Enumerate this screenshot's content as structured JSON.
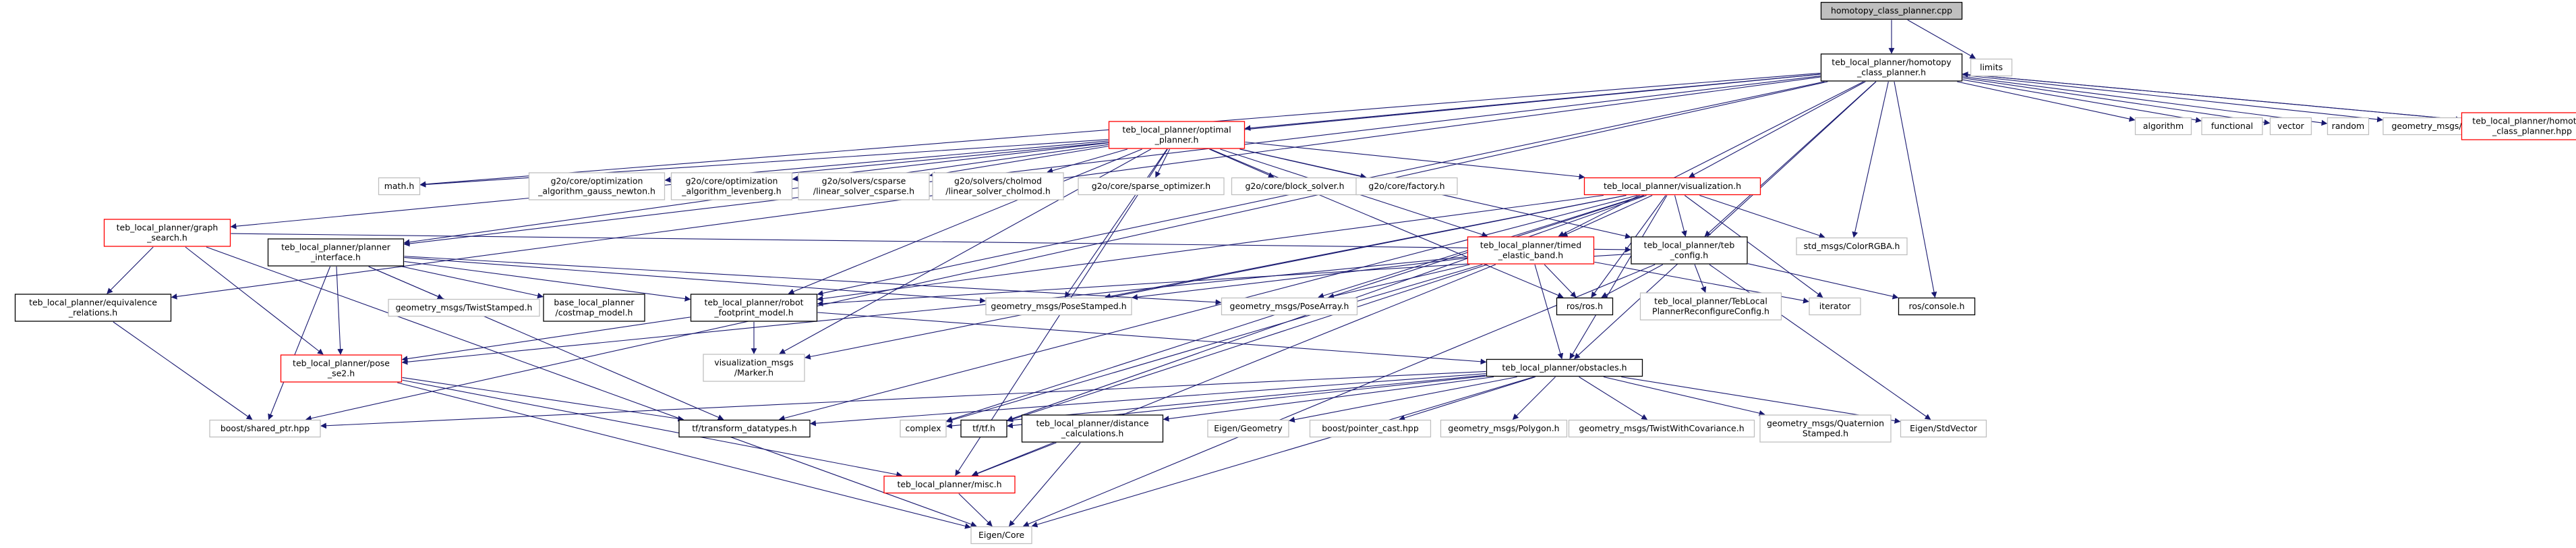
{
  "graph": {
    "colors": {
      "edge": "#191970",
      "root_fill": "#bfbfbf",
      "root_border": "#000000",
      "documented_border": "#000000",
      "undocumented_border": "#bfbfbf",
      "red_border": "#ff0000",
      "node_fill": "#ffffff"
    },
    "nodes": [
      {
        "id": "homotopy_cpp",
        "lines": [
          "homotopy_class_planner.cpp"
        ],
        "style": "root"
      },
      {
        "id": "homotopy_h",
        "lines": [
          "teb_local_planner/homotopy",
          "_class_planner.h"
        ],
        "style": "documented"
      },
      {
        "id": "limits",
        "lines": [
          "limits"
        ],
        "style": "undocumented"
      },
      {
        "id": "optimal_planner",
        "lines": [
          "teb_local_planner/optimal",
          "_planner.h"
        ],
        "style": "red"
      },
      {
        "id": "graph_search",
        "lines": [
          "teb_local_planner/graph",
          "_search.h"
        ],
        "style": "red"
      },
      {
        "id": "math",
        "lines": [
          "math.h"
        ],
        "style": "undocumented"
      },
      {
        "id": "g2o_gauss",
        "lines": [
          "g2o/core/optimization",
          "_algorithm_gauss_newton.h"
        ],
        "style": "undocumented"
      },
      {
        "id": "g2o_lm",
        "lines": [
          "g2o/core/optimization",
          "_algorithm_levenberg.h"
        ],
        "style": "undocumented"
      },
      {
        "id": "g2o_csparse",
        "lines": [
          "g2o/solvers/csparse",
          "/linear_solver_csparse.h"
        ],
        "style": "undocumented"
      },
      {
        "id": "g2o_cholmod",
        "lines": [
          "g2o/solvers/cholmod",
          "/linear_solver_cholmod.h"
        ],
        "style": "undocumented"
      },
      {
        "id": "g2o_sparse",
        "lines": [
          "g2o/core/sparse_optimizer.h"
        ],
        "style": "undocumented"
      },
      {
        "id": "g2o_block",
        "lines": [
          "g2o/core/block_solver.h"
        ],
        "style": "undocumented"
      },
      {
        "id": "g2o_factory",
        "lines": [
          "g2o/core/factory.h"
        ],
        "style": "undocumented"
      },
      {
        "id": "visualization",
        "lines": [
          "teb_local_planner/visualization.h"
        ],
        "style": "red"
      },
      {
        "id": "algorithm",
        "lines": [
          "algorithm"
        ],
        "style": "undocumented"
      },
      {
        "id": "functional",
        "lines": [
          "functional"
        ],
        "style": "undocumented"
      },
      {
        "id": "vector",
        "lines": [
          "vector"
        ],
        "style": "undocumented"
      },
      {
        "id": "random",
        "lines": [
          "random"
        ],
        "style": "undocumented"
      },
      {
        "id": "geo_point",
        "lines": [
          "geometry_msgs/Point.h"
        ],
        "style": "undocumented"
      },
      {
        "id": "homotopy_hpp",
        "lines": [
          "teb_local_planner/homotopy",
          "_class_planner.hpp"
        ],
        "style": "red"
      },
      {
        "id": "equivalence",
        "lines": [
          "teb_local_planner/equivalence",
          "_relations.h"
        ],
        "style": "documented"
      },
      {
        "id": "planner_interface",
        "lines": [
          "teb_local_planner/planner",
          "_interface.h"
        ],
        "style": "documented"
      },
      {
        "id": "timed_elastic_band",
        "lines": [
          "teb_local_planner/timed",
          "_elastic_band.h"
        ],
        "style": "red"
      },
      {
        "id": "teb_config",
        "lines": [
          "teb_local_planner/teb",
          "_config.h"
        ],
        "style": "documented"
      },
      {
        "id": "std_color",
        "lines": [
          "std_msgs/ColorRGBA.h"
        ],
        "style": "undocumented"
      },
      {
        "id": "twist_stamped",
        "lines": [
          "geometry_msgs/TwistStamped.h"
        ],
        "style": "undocumented"
      },
      {
        "id": "costmap_model",
        "lines": [
          "base_local_planner",
          "/costmap_model.h"
        ],
        "style": "documented"
      },
      {
        "id": "robot_footprint",
        "lines": [
          "teb_local_planner/robot",
          "_footprint_model.h"
        ],
        "style": "documented"
      },
      {
        "id": "pose_stamped",
        "lines": [
          "geometry_msgs/PoseStamped.h"
        ],
        "style": "undocumented"
      },
      {
        "id": "pose_array",
        "lines": [
          "geometry_msgs/PoseArray.h"
        ],
        "style": "undocumented"
      },
      {
        "id": "ros_h",
        "lines": [
          "ros/ros.h"
        ],
        "style": "documented"
      },
      {
        "id": "teb_reconfig",
        "lines": [
          "teb_local_planner/TebLocal",
          "PlannerReconfigureConfig.h"
        ],
        "style": "undocumented"
      },
      {
        "id": "iterator",
        "lines": [
          "iterator"
        ],
        "style": "undocumented"
      },
      {
        "id": "ros_console",
        "lines": [
          "ros/console.h"
        ],
        "style": "documented"
      },
      {
        "id": "pose_se2",
        "lines": [
          "teb_local_planner/pose",
          "_se2.h"
        ],
        "style": "red"
      },
      {
        "id": "vis_marker",
        "lines": [
          "visualization_msgs",
          "/Marker.h"
        ],
        "style": "undocumented"
      },
      {
        "id": "obstacles",
        "lines": [
          "teb_local_planner/obstacles.h"
        ],
        "style": "documented"
      },
      {
        "id": "shared_ptr",
        "lines": [
          "boost/shared_ptr.hpp"
        ],
        "style": "undocumented"
      },
      {
        "id": "tf_datatypes",
        "lines": [
          "tf/transform_datatypes.h"
        ],
        "style": "documented"
      },
      {
        "id": "complex",
        "lines": [
          "complex"
        ],
        "style": "undocumented"
      },
      {
        "id": "tf_h",
        "lines": [
          "tf/tf.h"
        ],
        "style": "documented"
      },
      {
        "id": "distance_calc",
        "lines": [
          "teb_local_planner/distance",
          "_calculations.h"
        ],
        "style": "documented"
      },
      {
        "id": "eigen_geometry",
        "lines": [
          "Eigen/Geometry"
        ],
        "style": "undocumented"
      },
      {
        "id": "pointer_cast",
        "lines": [
          "boost/pointer_cast.hpp"
        ],
        "style": "undocumented"
      },
      {
        "id": "polygon",
        "lines": [
          "geometry_msgs/Polygon.h"
        ],
        "style": "undocumented"
      },
      {
        "id": "twist_cov",
        "lines": [
          "geometry_msgs/TwistWithCovariance.h"
        ],
        "style": "undocumented"
      },
      {
        "id": "quaternion",
        "lines": [
          "geometry_msgs/Quaternion",
          "Stamped.h"
        ],
        "style": "undocumented"
      },
      {
        "id": "eigen_stdvector",
        "lines": [
          "Eigen/StdVector"
        ],
        "style": "undocumented"
      },
      {
        "id": "misc",
        "lines": [
          "teb_local_planner/misc.h"
        ],
        "style": "red"
      },
      {
        "id": "eigen_core",
        "lines": [
          "Eigen/Core"
        ],
        "style": "undocumented"
      }
    ],
    "edges": [
      [
        "homotopy_cpp",
        "homotopy_h"
      ],
      [
        "homotopy_cpp",
        "limits"
      ],
      [
        "homotopy_h",
        "optimal_planner"
      ],
      [
        "homotopy_h",
        "graph_search"
      ],
      [
        "homotopy_h",
        "math"
      ],
      [
        "homotopy_h",
        "visualization"
      ],
      [
        "homotopy_h",
        "algorithm"
      ],
      [
        "homotopy_h",
        "functional"
      ],
      [
        "homotopy_h",
        "vector"
      ],
      [
        "homotopy_h",
        "random"
      ],
      [
        "homotopy_h",
        "geo_point"
      ],
      [
        "homotopy_h",
        "homotopy_hpp"
      ],
      [
        "homotopy_h",
        "equivalence"
      ],
      [
        "homotopy_h",
        "planner_interface"
      ],
      [
        "homotopy_h",
        "timed_elastic_band"
      ],
      [
        "homotopy_h",
        "teb_config"
      ],
      [
        "homotopy_h",
        "std_color"
      ],
      [
        "homotopy_h",
        "robot_footprint"
      ],
      [
        "homotopy_h",
        "ros_console"
      ],
      [
        "homotopy_h",
        "obstacles"
      ],
      [
        "homotopy_h",
        "shared_ptr"
      ],
      [
        "homotopy_hpp",
        "homotopy_h"
      ],
      [
        "optimal_planner",
        "math"
      ],
      [
        "optimal_planner",
        "g2o_gauss"
      ],
      [
        "optimal_planner",
        "g2o_lm"
      ],
      [
        "optimal_planner",
        "g2o_csparse"
      ],
      [
        "optimal_planner",
        "g2o_cholmod"
      ],
      [
        "optimal_planner",
        "g2o_sparse"
      ],
      [
        "optimal_planner",
        "g2o_block"
      ],
      [
        "optimal_planner",
        "g2o_factory"
      ],
      [
        "optimal_planner",
        "visualization"
      ],
      [
        "optimal_planner",
        "planner_interface"
      ],
      [
        "optimal_planner",
        "timed_elastic_band"
      ],
      [
        "optimal_planner",
        "teb_config"
      ],
      [
        "optimal_planner",
        "robot_footprint"
      ],
      [
        "optimal_planner",
        "pose_stamped"
      ],
      [
        "optimal_planner",
        "ros_h"
      ],
      [
        "optimal_planner",
        "misc"
      ],
      [
        "optimal_planner",
        "vis_marker"
      ],
      [
        "graph_search",
        "equivalence"
      ],
      [
        "graph_search",
        "pose_se2"
      ],
      [
        "graph_search",
        "teb_config"
      ],
      [
        "graph_search",
        "eigen_core"
      ],
      [
        "equivalence",
        "shared_ptr"
      ],
      [
        "planner_interface",
        "robot_footprint"
      ],
      [
        "planner_interface",
        "pose_se2"
      ],
      [
        "planner_interface",
        "twist_stamped"
      ],
      [
        "planner_interface",
        "costmap_model"
      ],
      [
        "planner_interface",
        "pose_stamped"
      ],
      [
        "planner_interface",
        "pose_array"
      ],
      [
        "planner_interface",
        "tf_datatypes"
      ],
      [
        "planner_interface",
        "shared_ptr"
      ],
      [
        "visualization",
        "timed_elastic_band"
      ],
      [
        "visualization",
        "teb_config"
      ],
      [
        "visualization",
        "robot_footprint"
      ],
      [
        "visualization",
        "pose_stamped"
      ],
      [
        "visualization",
        "pose_array"
      ],
      [
        "visualization",
        "ros_h"
      ],
      [
        "visualization",
        "std_color"
      ],
      [
        "visualization",
        "iterator"
      ],
      [
        "visualization",
        "vis_marker"
      ],
      [
        "visualization",
        "tf_datatypes"
      ],
      [
        "visualization",
        "obstacles"
      ],
      [
        "visualization",
        "complex"
      ],
      [
        "visualization",
        "tf_h"
      ],
      [
        "timed_elastic_band",
        "pose_stamped"
      ],
      [
        "timed_elastic_band",
        "pose_array"
      ],
      [
        "timed_elastic_band",
        "ros_h"
      ],
      [
        "timed_elastic_band",
        "obstacles"
      ],
      [
        "timed_elastic_band",
        "complex"
      ],
      [
        "timed_elastic_band",
        "iterator"
      ],
      [
        "timed_elastic_band",
        "pose_se2"
      ],
      [
        "timed_elastic_band",
        "misc"
      ],
      [
        "timed_elastic_band",
        "tf_h"
      ],
      [
        "teb_config",
        "ros_h"
      ],
      [
        "teb_config",
        "teb_reconfig"
      ],
      [
        "teb_config",
        "ros_console"
      ],
      [
        "teb_config",
        "eigen_stdvector"
      ],
      [
        "teb_config",
        "eigen_core"
      ],
      [
        "teb_config",
        "robot_footprint"
      ],
      [
        "robot_footprint",
        "pose_se2"
      ],
      [
        "robot_footprint",
        "obstacles"
      ],
      [
        "robot_footprint",
        "vis_marker"
      ],
      [
        "pose_se2",
        "tf_datatypes"
      ],
      [
        "pose_se2",
        "misc"
      ],
      [
        "pose_se2",
        "eigen_core"
      ],
      [
        "obstacles",
        "shared_ptr"
      ],
      [
        "obstacles",
        "tf_datatypes"
      ],
      [
        "obstacles",
        "complex"
      ],
      [
        "obstacles",
        "tf_h"
      ],
      [
        "obstacles",
        "distance_calc"
      ],
      [
        "obstacles",
        "eigen_geometry"
      ],
      [
        "obstacles",
        "pointer_cast"
      ],
      [
        "obstacles",
        "polygon"
      ],
      [
        "obstacles",
        "twist_cov"
      ],
      [
        "obstacles",
        "quaternion"
      ],
      [
        "obstacles",
        "eigen_stdvector"
      ],
      [
        "obstacles",
        "eigen_core"
      ],
      [
        "distance_calc",
        "misc"
      ],
      [
        "distance_calc",
        "eigen_core"
      ],
      [
        "misc",
        "eigen_core"
      ]
    ]
  }
}
